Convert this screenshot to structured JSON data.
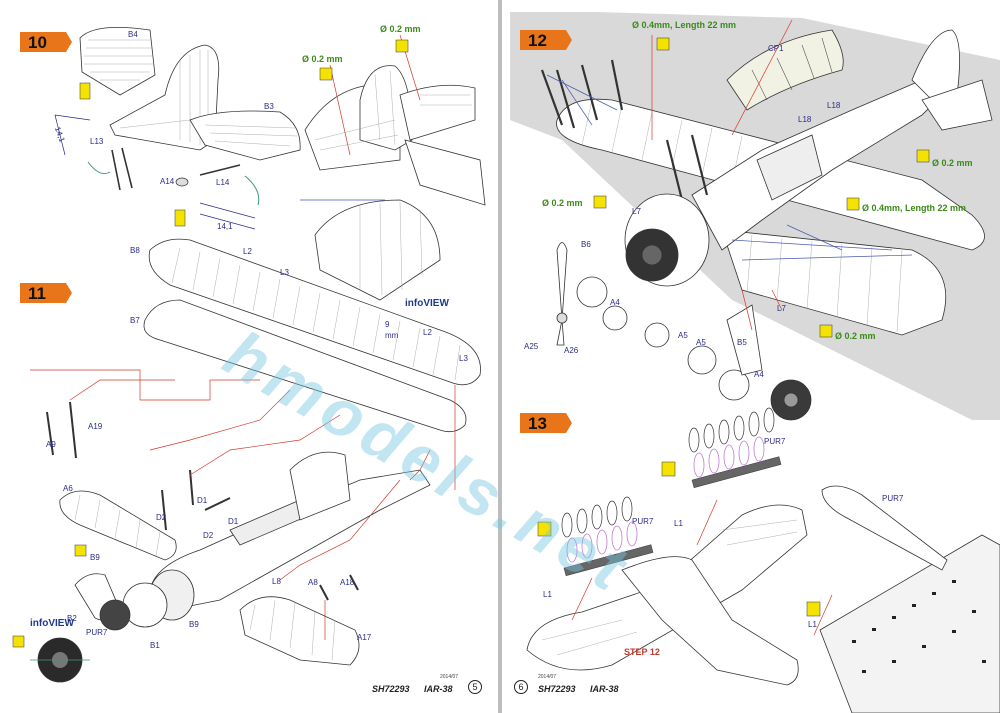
{
  "left_page": {
    "steps": [
      {
        "number": "10"
      },
      {
        "number": "11"
      }
    ],
    "labels": [
      "B4",
      "B3",
      "L13",
      "A14",
      "L14",
      "14,1",
      "14,1",
      "B8",
      "L2",
      "L3",
      "infoVIEW",
      "9",
      "mm",
      "L2",
      "L3",
      "B7",
      "A9",
      "A19",
      "A6",
      "D2",
      "D1",
      "D2",
      "D1",
      "L8",
      "A8",
      "A18",
      "B9",
      "B2",
      "PUR7",
      "B9",
      "B1",
      "A17",
      "infoVIEW"
    ],
    "glue_notes": [
      "Ø 0.2 mm",
      "Ø 0.2 mm"
    ],
    "footer": {
      "code": "SH72293",
      "title": "IAR-38",
      "page": "5",
      "date": "2014/07"
    }
  },
  "right_page": {
    "steps": [
      {
        "number": "12"
      },
      {
        "number": "13"
      }
    ],
    "labels": [
      "CP1",
      "L18",
      "L18",
      "L7",
      "B6",
      "A4",
      "A5",
      "A25",
      "A26",
      "A5",
      "B5",
      "A4",
      "L7",
      "PUR7",
      "PUR7",
      "L1",
      "L1",
      "PUR7",
      "L1"
    ],
    "glue_notes": [
      "Ø 0.4mm, Length 22 mm",
      "Ø 0.2 mm",
      "Ø 0.2 mm",
      "Ø 0.4mm, Length 22 mm",
      "Ø 0.2 mm"
    ],
    "step_ref": "STEP 12",
    "footer": {
      "code": "SH72293",
      "title": "IAR-38",
      "page": "6",
      "date": "2014/07"
    }
  },
  "watermark": "hmodels.net",
  "colors": {
    "step_tab": "#e8751a",
    "leader_red": "#d23a2a",
    "rigging_blue": "#4a5ab0",
    "glue_green": "#3a8a1a",
    "label_blue": "#2a2a8a",
    "grey_bg": "#d9d9d9",
    "resin_purple": "#c07ad8"
  }
}
